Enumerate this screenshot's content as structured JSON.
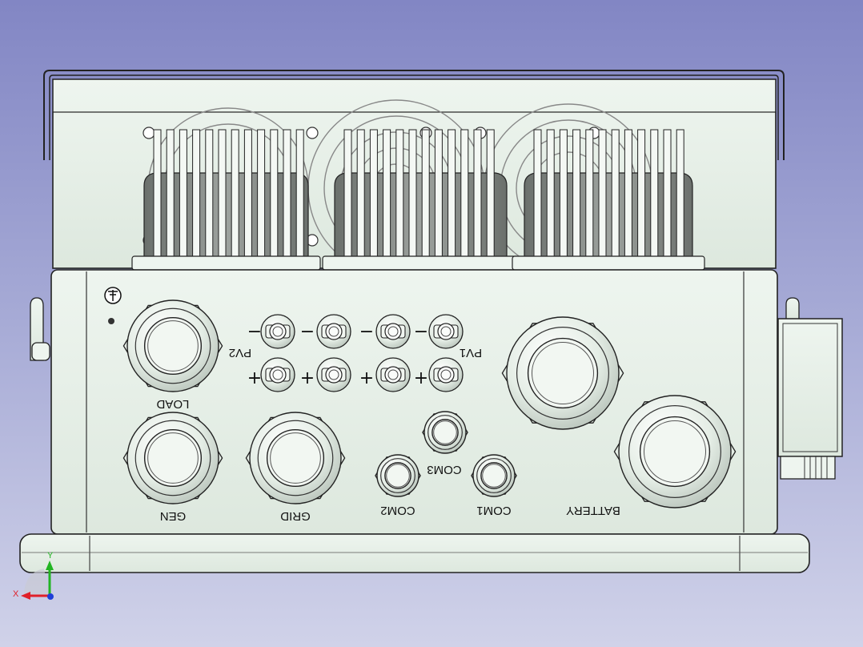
{
  "viewer": {
    "background_top": "#8286c4",
    "background_bottom": "#d0d2e9",
    "model_color": "#e3eee4",
    "edge_color": "#1a1a1a"
  },
  "panel_labels": {
    "load": "LOAD",
    "gen": "GEN",
    "grid": "GRID",
    "pv2": "PV2",
    "pv1": "PV1",
    "com1": "COM1",
    "com2": "COM2",
    "com3": "COM3",
    "battery": "BATTERY"
  },
  "pv_signs": {
    "minus": "−",
    "plus": "+"
  },
  "axis": {
    "x": "X",
    "y": "Y",
    "x_color": "#e0202a",
    "y_color": "#22b422",
    "z_color": "#1f3fd8"
  }
}
